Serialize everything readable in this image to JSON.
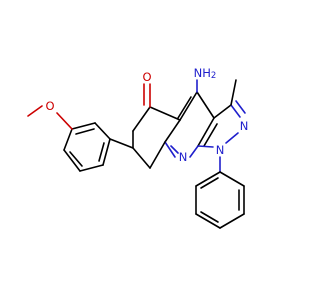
{
  "molecule": {
    "labels": {
      "amino": "NH2",
      "ketone_oxygen": "O",
      "ether_oxygen": "O",
      "pyrazole_n2": "N",
      "pyrazole_n1": "N",
      "quinoline_n": "N"
    },
    "colors": {
      "bond": "#000000",
      "nitrogen": "#1f1fcc",
      "oxygen": "#cc0000",
      "background": "#ffffff"
    }
  }
}
